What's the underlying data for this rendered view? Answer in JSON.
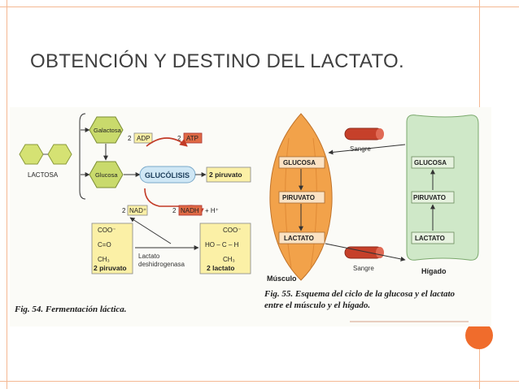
{
  "slide": {
    "title": "OBTENCIÓN Y DESTINO DEL LACTATO."
  },
  "fig54": {
    "lactosa": "LACTOSA",
    "galactosa": "Galactosa",
    "glucosa": "Glucosa",
    "adp": "ADP",
    "atp": "ATP",
    "two": "2",
    "glucolisis": "GLUCÓLISIS",
    "piruvato_box": "2 piruvato",
    "nad": "NAD⁺",
    "nadh": "NADH",
    "h_plus": "+ H⁺",
    "left_coo": "COO⁻",
    "left_co": "C=O",
    "left_ch3": "CH₃",
    "left_label": "2 piruvato",
    "right_coo": "COO⁻",
    "right_hch": "HO – C – H",
    "right_ch3": "CH₃",
    "right_label": "2 lactato",
    "enzyme_1": "Lactato",
    "enzyme_2": "deshidrogenasa",
    "caption_num": "Fig. 54.",
    "caption_text": "Fermentación láctica."
  },
  "fig55": {
    "glucosa_m": "GLUCOSA",
    "piruvato_m": "PIRUVATO",
    "lactato_m": "LACTATO",
    "musculo": "Músculo",
    "sangre_top": "Sangre",
    "sangre_bottom": "Sangre",
    "glucosa_h": "GLUCOSA",
    "piruvato_h": "PIRUVATO",
    "lactato_h": "LACTATO",
    "higado": "Hígado",
    "caption_line1_num": "Fig. 55.",
    "caption_line1": "Esquema del ciclo de la glucosa y el lactato",
    "caption_line2": "entre el músculo y el hígado."
  },
  "colors": {
    "accent_orange": "#f06c2c",
    "frame_peach": "#f4b892",
    "hexagon_green": "#c9da6c",
    "pale_yellow": "#fbf0a6",
    "muscle_orange": "#f2a24a",
    "liver_green": "#cfe8c8",
    "blood_red": "#c6402a"
  }
}
